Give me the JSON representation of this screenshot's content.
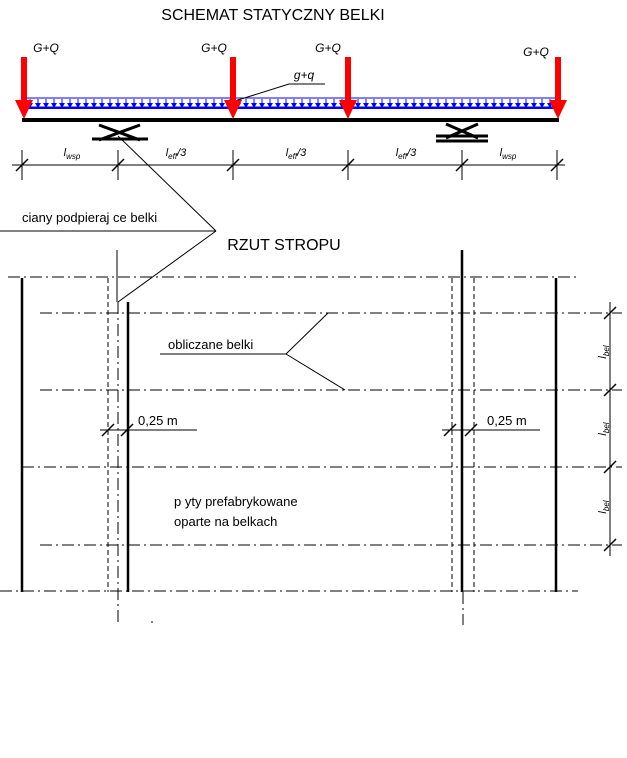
{
  "diagram": {
    "title": "SCHEMAT STATYCZNY BELKI",
    "subtitle": "RZUT STROPU",
    "loads": {
      "point_label": "G+Q",
      "distributed_label": "g+q",
      "colors": {
        "point": "#ff0000",
        "distributed": "#0000ff"
      }
    },
    "spans": [
      {
        "main": "l",
        "sub": "wsp",
        "suffix": ""
      },
      {
        "main": "l",
        "sub": "eff",
        "suffix": "/3"
      },
      {
        "main": "l",
        "sub": "eff",
        "suffix": "/3"
      },
      {
        "main": "l",
        "sub": "eff",
        "suffix": "/3"
      },
      {
        "main": "l",
        "sub": "wsp",
        "suffix": ""
      }
    ],
    "labels": {
      "walls": "ciany podpieraj  ce belki",
      "beams": "obliczane belki",
      "slabs_line1": "p yty prefabrykowane",
      "slabs_line2": "oparte na belkach",
      "offset_left": "0,25 m",
      "offset_right": "0,25 m"
    },
    "bay_labels": [
      {
        "main": "l",
        "sub": "bel"
      },
      {
        "main": "l",
        "sub": "bel"
      },
      {
        "main": "l",
        "sub": "bel"
      }
    ]
  }
}
